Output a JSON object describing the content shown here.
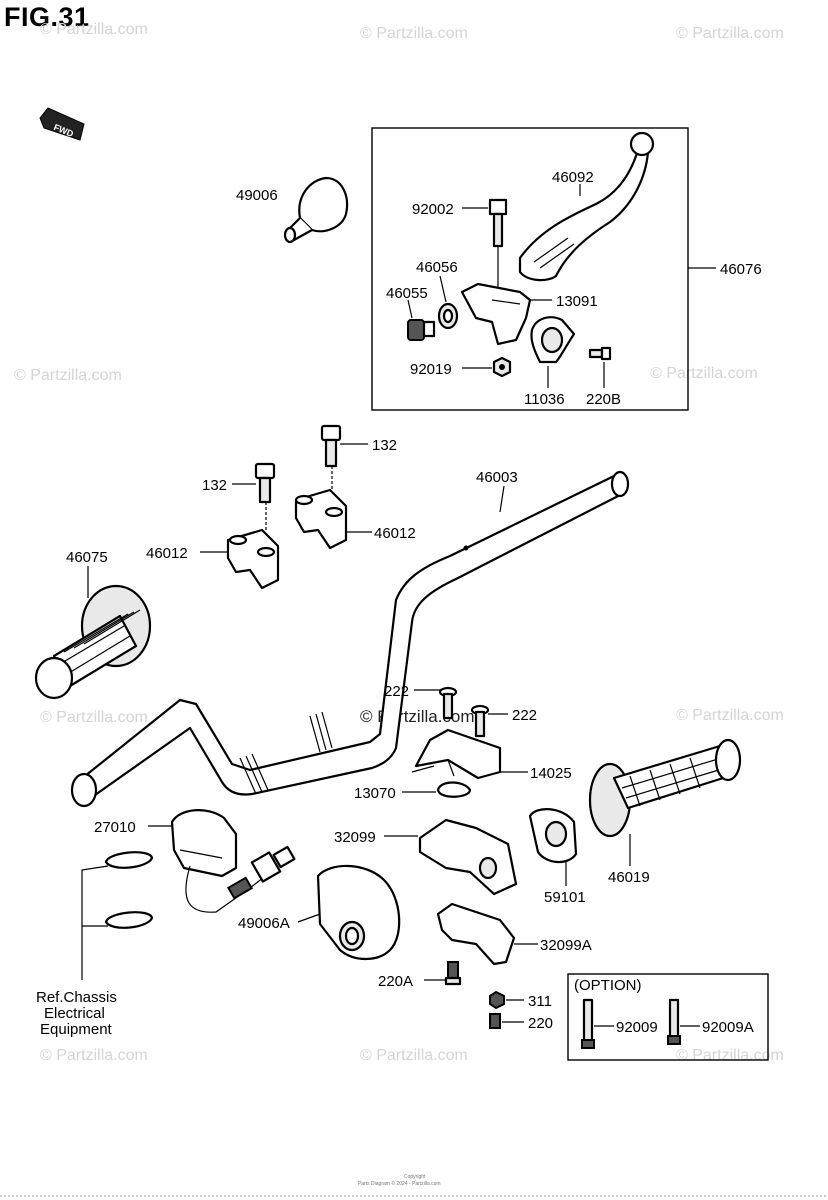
{
  "figure": {
    "title": "FIG.31"
  },
  "watermark": {
    "text": "© Partzilla.com",
    "center_text": "© Partzilla.com"
  },
  "direction_tag": {
    "text": "FWD"
  },
  "labels": [
    {
      "id": "49006",
      "text": "49006"
    },
    {
      "id": "46092",
      "text": "46092"
    },
    {
      "id": "92002",
      "text": "92002"
    },
    {
      "id": "46056",
      "text": "46056"
    },
    {
      "id": "46055",
      "text": "46055"
    },
    {
      "id": "13091",
      "text": "13091"
    },
    {
      "id": "46076",
      "text": "46076"
    },
    {
      "id": "92019",
      "text": "92019"
    },
    {
      "id": "11036",
      "text": "11036"
    },
    {
      "id": "220B",
      "text": "220B"
    },
    {
      "id": "132a",
      "text": "132"
    },
    {
      "id": "132b",
      "text": "132"
    },
    {
      "id": "46003",
      "text": "46003"
    },
    {
      "id": "46012a",
      "text": "46012"
    },
    {
      "id": "46012b",
      "text": "46012"
    },
    {
      "id": "46075",
      "text": "46075"
    },
    {
      "id": "222a",
      "text": "222"
    },
    {
      "id": "222b",
      "text": "222"
    },
    {
      "id": "14025",
      "text": "14025"
    },
    {
      "id": "13070",
      "text": "13070"
    },
    {
      "id": "27010",
      "text": "27010"
    },
    {
      "id": "32099",
      "text": "32099"
    },
    {
      "id": "59101",
      "text": "59101"
    },
    {
      "id": "46019",
      "text": "46019"
    },
    {
      "id": "49006A",
      "text": "49006A"
    },
    {
      "id": "32099A",
      "text": "32099A"
    },
    {
      "id": "220A",
      "text": "220A"
    },
    {
      "id": "311",
      "text": "311"
    },
    {
      "id": "220",
      "text": "220"
    },
    {
      "id": "92009",
      "text": "92009"
    },
    {
      "id": "92009A",
      "text": "92009A"
    }
  ],
  "option_box": {
    "title": "(OPTION)"
  },
  "reference_note": {
    "line1": "Ref.Chassis",
    "line2": "Electrical",
    "line3": "Equipment"
  },
  "footer": {
    "line1": "Copyright",
    "line2": "Parts Diagram © 2024 - Partzilla.com"
  }
}
